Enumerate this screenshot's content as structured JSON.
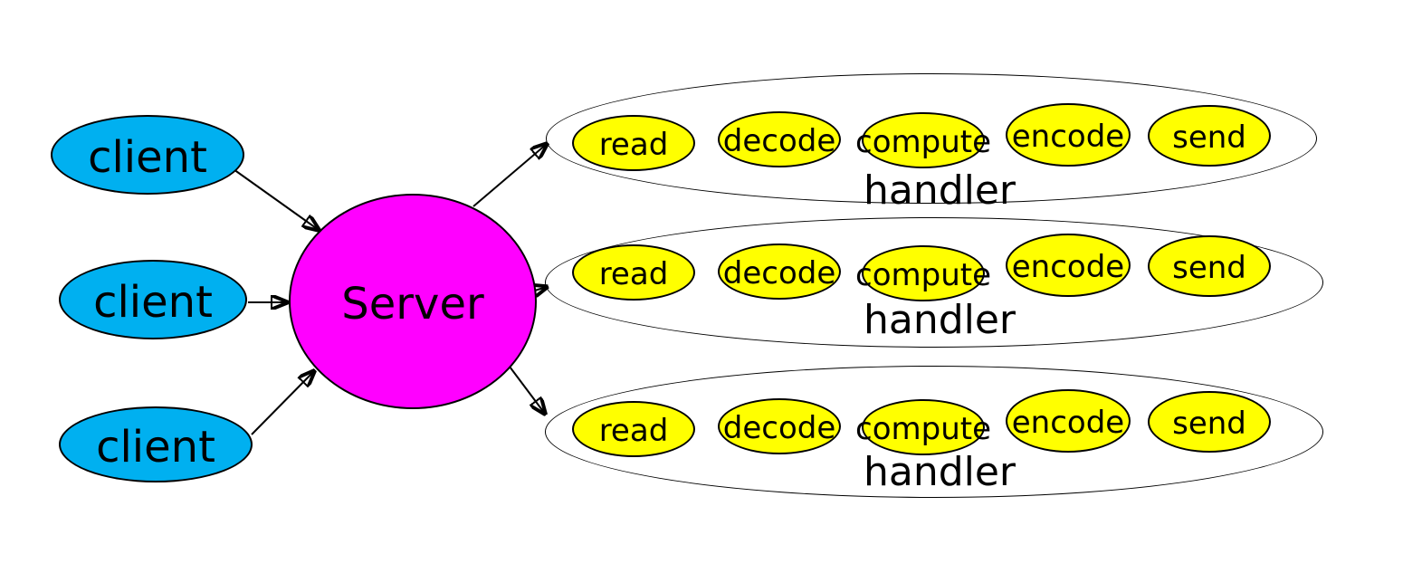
{
  "clients": [
    {
      "label": "client"
    },
    {
      "label": "client"
    },
    {
      "label": "client"
    }
  ],
  "server": {
    "label": "Server"
  },
  "handlers": [
    {
      "label": "handler",
      "stages": [
        "read",
        "decode",
        "compute",
        "encode",
        "send"
      ]
    },
    {
      "label": "handler",
      "stages": [
        "read",
        "decode",
        "compute",
        "encode",
        "send"
      ]
    },
    {
      "label": "handler",
      "stages": [
        "read",
        "decode",
        "compute",
        "encode",
        "send"
      ]
    }
  ],
  "colors": {
    "client-fill": "#00B0F0",
    "server-fill": "#FF00FF",
    "stage-fill": "#FFFF00",
    "outline": "#000000",
    "background": "#FFFFFF"
  }
}
